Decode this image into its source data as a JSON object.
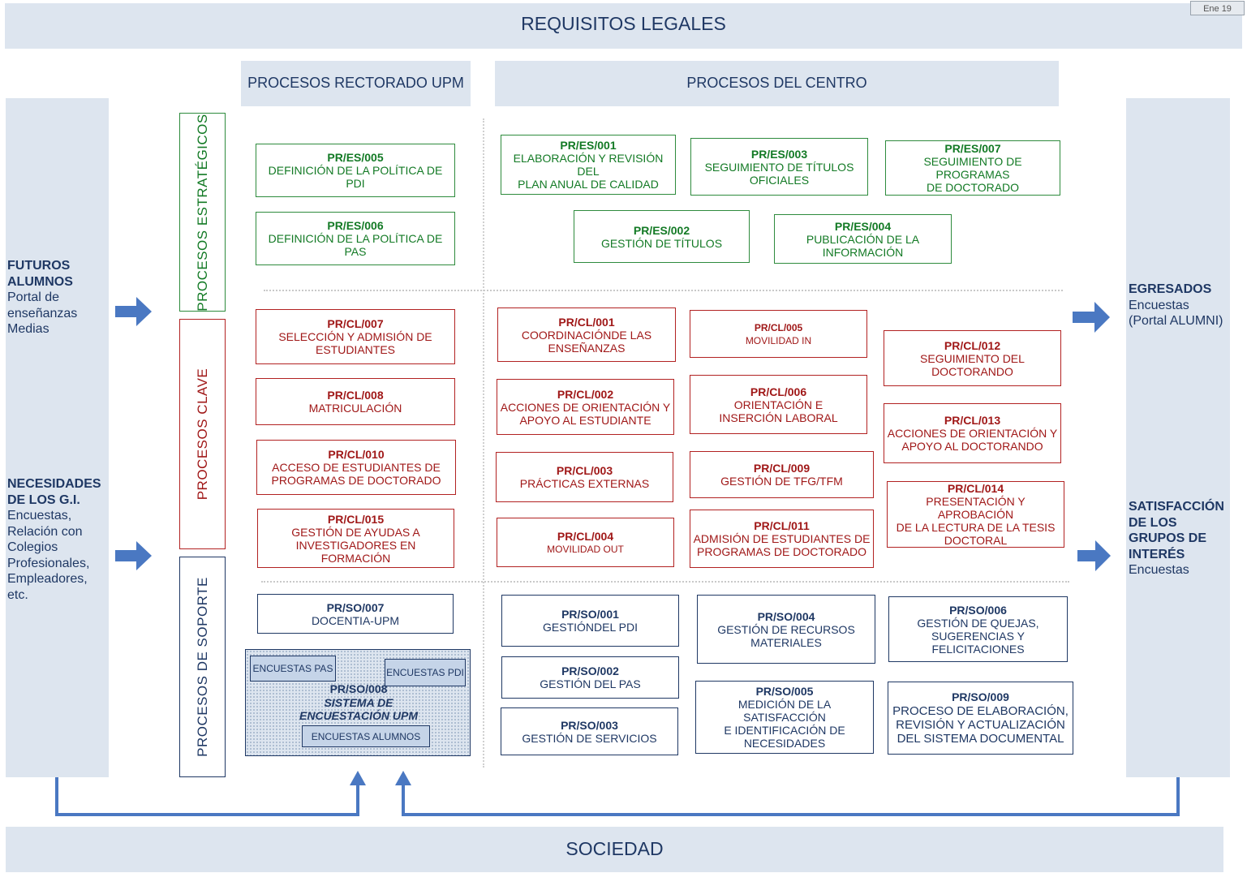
{
  "header": {
    "title": "REQUISITOS LEGALES",
    "date_tag": "Ene 19"
  },
  "footer": {
    "title": "SOCIEDAD"
  },
  "columns": {
    "rectorado": "PROCESOS RECTORADO UPM",
    "centro": "PROCESOS DEL CENTRO"
  },
  "categories": {
    "estrategicos": "PROCESOS ESTRATÉGICOS",
    "clave": "PROCESOS CLAVE",
    "soporte": "PROCESOS DE SOPORTE"
  },
  "left": {
    "futuros": {
      "title_1": "FUTUROS",
      "title_2": "ALUMNOS",
      "line_1": "Portal de",
      "line_2": "enseñanzas",
      "line_3": "Medias"
    },
    "necesidades": {
      "title_1": "NECESIDADES",
      "title_2": "DE LOS G.I.",
      "line_1": "Encuestas,",
      "line_2": "Relación con",
      "line_3": "Colegios",
      "line_4": "Profesionales,",
      "line_5": "Empleadores,",
      "line_6": "etc."
    }
  },
  "right": {
    "egresados": {
      "title": "EGRESADOS",
      "line_1": "Encuestas",
      "line_2": "(Portal ALUMNI)"
    },
    "satisfaccion": {
      "title_1": "SATISFACCIÓN",
      "title_2": "DE LOS",
      "title_3": "GRUPOS DE",
      "title_4": "INTERÉS",
      "line_1": "Encuestas"
    }
  },
  "processes": {
    "es005": {
      "code": "PR/ES/005",
      "l1": "DEFINICIÓN DE LA POLÍTICA DE PDI"
    },
    "es006": {
      "code": "PR/ES/006",
      "l1": "DEFINICIÓN DE LA POLÍTICA DE PAS"
    },
    "es001": {
      "code": "PR/ES/001",
      "l1": "ELABORACIÓN Y REVISIÓN DEL",
      "l2": "PLAN ANUAL DE CALIDAD"
    },
    "es003": {
      "code": "PR/ES/003",
      "l1": "SEGUIMIENTO DE TÍTULOS",
      "l2": "OFICIALES"
    },
    "es007": {
      "code": "PR/ES/007",
      "l1": "SEGUIMIENTO DE PROGRAMAS",
      "l2": "DE DOCTORADO"
    },
    "es002": {
      "code": "PR/ES/002",
      "l1": "GESTIÓN DE TÍTULOS"
    },
    "es004": {
      "code": "PR/ES/004",
      "l1": "PUBLICACIÓN DE LA",
      "l2": "INFORMACIÓN"
    },
    "cl007": {
      "code": "PR/CL/007",
      "l1": "SELECCIÓN Y ADMISIÓN DE",
      "l2": "ESTUDIANTES"
    },
    "cl008": {
      "code": "PR/CL/008",
      "l1": "MATRICULACIÓN"
    },
    "cl010": {
      "code": "PR/CL/010",
      "l1": "ACCESO DE ESTUDIANTES DE",
      "l2": "PROGRAMAS DE DOCTORADO"
    },
    "cl015": {
      "code": "PR/CL/015",
      "l1": "GESTIÓN DE AYUDAS A",
      "l2": "INVESTIGADORES EN FORMACIÓN"
    },
    "cl001": {
      "code": "PR/CL/001",
      "l1": "COORDINACIÓNDE LAS",
      "l2": "ENSEÑANZAS"
    },
    "cl002": {
      "code": "PR/CL/002",
      "l1": "ACCIONES DE ORIENTACIÓN Y",
      "l2": "APOYO AL ESTUDIANTE"
    },
    "cl003": {
      "code": "PR/CL/003",
      "l1": "PRÁCTICAS EXTERNAS"
    },
    "cl004": {
      "code": "PR/CL/004",
      "l1": "MOVILIDAD OUT"
    },
    "cl005": {
      "code": "PR/CL/005",
      "l1": "MOVILIDAD IN"
    },
    "cl006": {
      "code": "PR/CL/006",
      "l1": "ORIENTACIÓN E",
      "l2": "INSERCIÓN LABORAL"
    },
    "cl009": {
      "code": "PR/CL/009",
      "l1": "GESTIÓN DE TFG/TFM"
    },
    "cl011": {
      "code": "PR/CL/011",
      "l1": "ADMISIÓN DE ESTUDIANTES DE",
      "l2": "PROGRAMAS DE DOCTORADO"
    },
    "cl012": {
      "code": "PR/CL/012",
      "l1": "SEGUIMIENTO DEL",
      "l2": "DOCTORANDO"
    },
    "cl013": {
      "code": "PR/CL/013",
      "l1": "ACCIONES DE ORIENTACIÓN Y",
      "l2": "APOYO AL DOCTORANDO"
    },
    "cl014": {
      "code": "PR/CL/014",
      "l1": "PRESENTACIÓN Y APROBACIÓN",
      "l2": "DE LA LECTURA DE LA TESIS",
      "l3": "DOCTORAL"
    },
    "so007": {
      "code": "PR/SO/007",
      "l1": "DOCENTIA-UPM"
    },
    "so008": {
      "code": "PR/SO/008",
      "l1": "SISTEMA DE",
      "l2": "ENCUESTACIÓN UPM",
      "enc_pas": "ENCUESTAS PAS",
      "enc_pdi": "ENCUESTAS PDI",
      "enc_alumnos": "ENCUESTAS ALUMNOS"
    },
    "so001": {
      "code": "PR/SO/001",
      "l1": "GESTIÓNDEL PDI"
    },
    "so002": {
      "code": "PR/SO/002",
      "l1": "GESTIÓN DEL PAS"
    },
    "so003": {
      "code": "PR/SO/003",
      "l1": "GESTIÓN DE SERVICIOS"
    },
    "so004": {
      "code": "PR/SO/004",
      "l1": "GESTIÓN DE RECURSOS",
      "l2": "MATERIALES"
    },
    "so005": {
      "code": "PR/SO/005",
      "l1": "MEDICIÓN DE LA SATISFACCIÓN",
      "l2": "E IDENTIFICACIÓN DE",
      "l3": "NECESIDADES"
    },
    "so006": {
      "code": "PR/SO/006",
      "l1": "GESTIÓN DE QUEJAS,",
      "l2": "SUGERENCIAS Y",
      "l3": "FELICITACIONES"
    },
    "so009": {
      "code": "PR/SO/009",
      "l1": "PROCESO DE ELABORACIÓN,",
      "l2": "REVISIÓN Y ACTUALIZACIÓN",
      "l3": "DEL SISTEMA DOCUMENTAL"
    }
  },
  "colors": {
    "estrategico": "#137a25",
    "clave": "#a01818",
    "soporte": "#1f3864",
    "band": "#dde5ef",
    "arrow": "#4a78c2"
  }
}
